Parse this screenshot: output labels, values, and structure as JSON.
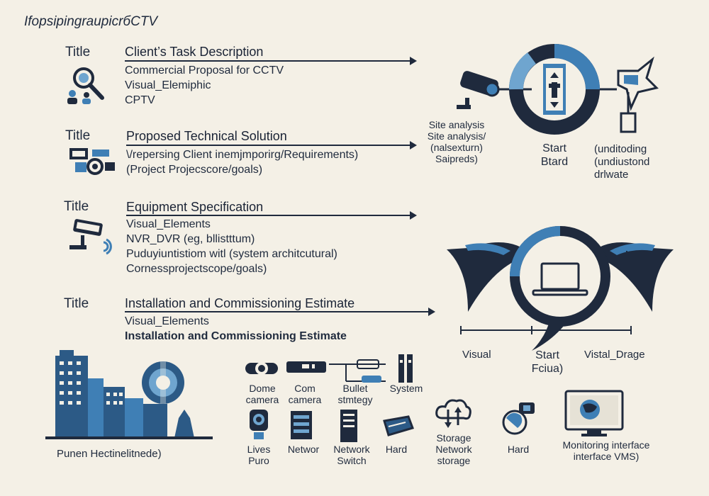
{
  "header": {
    "title": "IfopsipingraupicrбCTV"
  },
  "sections": [
    {
      "label": "Title",
      "title": "Client’s Task Description",
      "lines": [
        "Commercial Proposal for CCTV",
        "Visual_Elemiphic",
        "CPTV"
      ]
    },
    {
      "label": "Title",
      "title": "Proposed Technical Solution",
      "lines": [
        "\\/repersing Client inemjmporirg/Requirements)",
        "(Project Projecscore/goals)"
      ]
    },
    {
      "label": "Title",
      "title": "Equipment Specification",
      "lines": [
        "Visual_Elements",
        "NVR_DVR (eg, bllistttum)",
        "Puduyiuntistiom witl (system architcutural)",
        "Cornessprojectscope/goals)"
      ]
    },
    {
      "label": "Title",
      "title": "Installation and Commissioning Estimate",
      "lines": [
        "Visual_Elements",
        "Installation and Commissioning Estimate"
      ]
    }
  ],
  "flow_top": {
    "left_label": [
      "Site analysis",
      "Site analysis/",
      "(nalsexturn)",
      "Saipreds)"
    ],
    "center_label": [
      "Start",
      "Btard"
    ],
    "right_label": [
      "(unditoding",
      "(undiustond",
      "drlwate"
    ]
  },
  "flow_bottom": {
    "left_label": "Visual",
    "center_label": [
      "Start",
      "Fciua)"
    ],
    "right_label": "Vistal_Drage"
  },
  "city": {
    "label": "Punen Hectinelitnede)"
  },
  "devices_row1": [
    {
      "icon": "dome-camera-icon",
      "label": [
        "Dome",
        "camera"
      ]
    },
    {
      "icon": "com-camera-icon",
      "label": [
        "Com",
        "camera"
      ]
    },
    {
      "icon": "bullet-camera-icon",
      "label": [
        "Bullet",
        "stmtegy"
      ]
    },
    {
      "icon": "system-icon",
      "label": [
        "System"
      ]
    }
  ],
  "devices_row2": [
    {
      "icon": "live-camera-icon",
      "label": [
        "Lives",
        "Puro"
      ]
    },
    {
      "icon": "network-icon",
      "label": [
        "Networ"
      ]
    },
    {
      "icon": "network-switch-icon",
      "label": [
        "Network",
        "Switch"
      ]
    },
    {
      "icon": "hard-drive-icon",
      "label": [
        "Hard"
      ]
    },
    {
      "icon": "storage-cloud-icon",
      "label": [
        "Storage",
        "Network",
        "storage"
      ]
    },
    {
      "icon": "hard-hand-icon",
      "label": [
        "Hard"
      ]
    },
    {
      "icon": "monitor-icon",
      "label": [
        "Monitoring interface",
        "interface VMS)"
      ]
    }
  ],
  "colors": {
    "navy": "#1f2a3d",
    "blue": "#3f7fb5",
    "light_blue": "#6fa5cf",
    "bg": "#f4f0e6"
  }
}
